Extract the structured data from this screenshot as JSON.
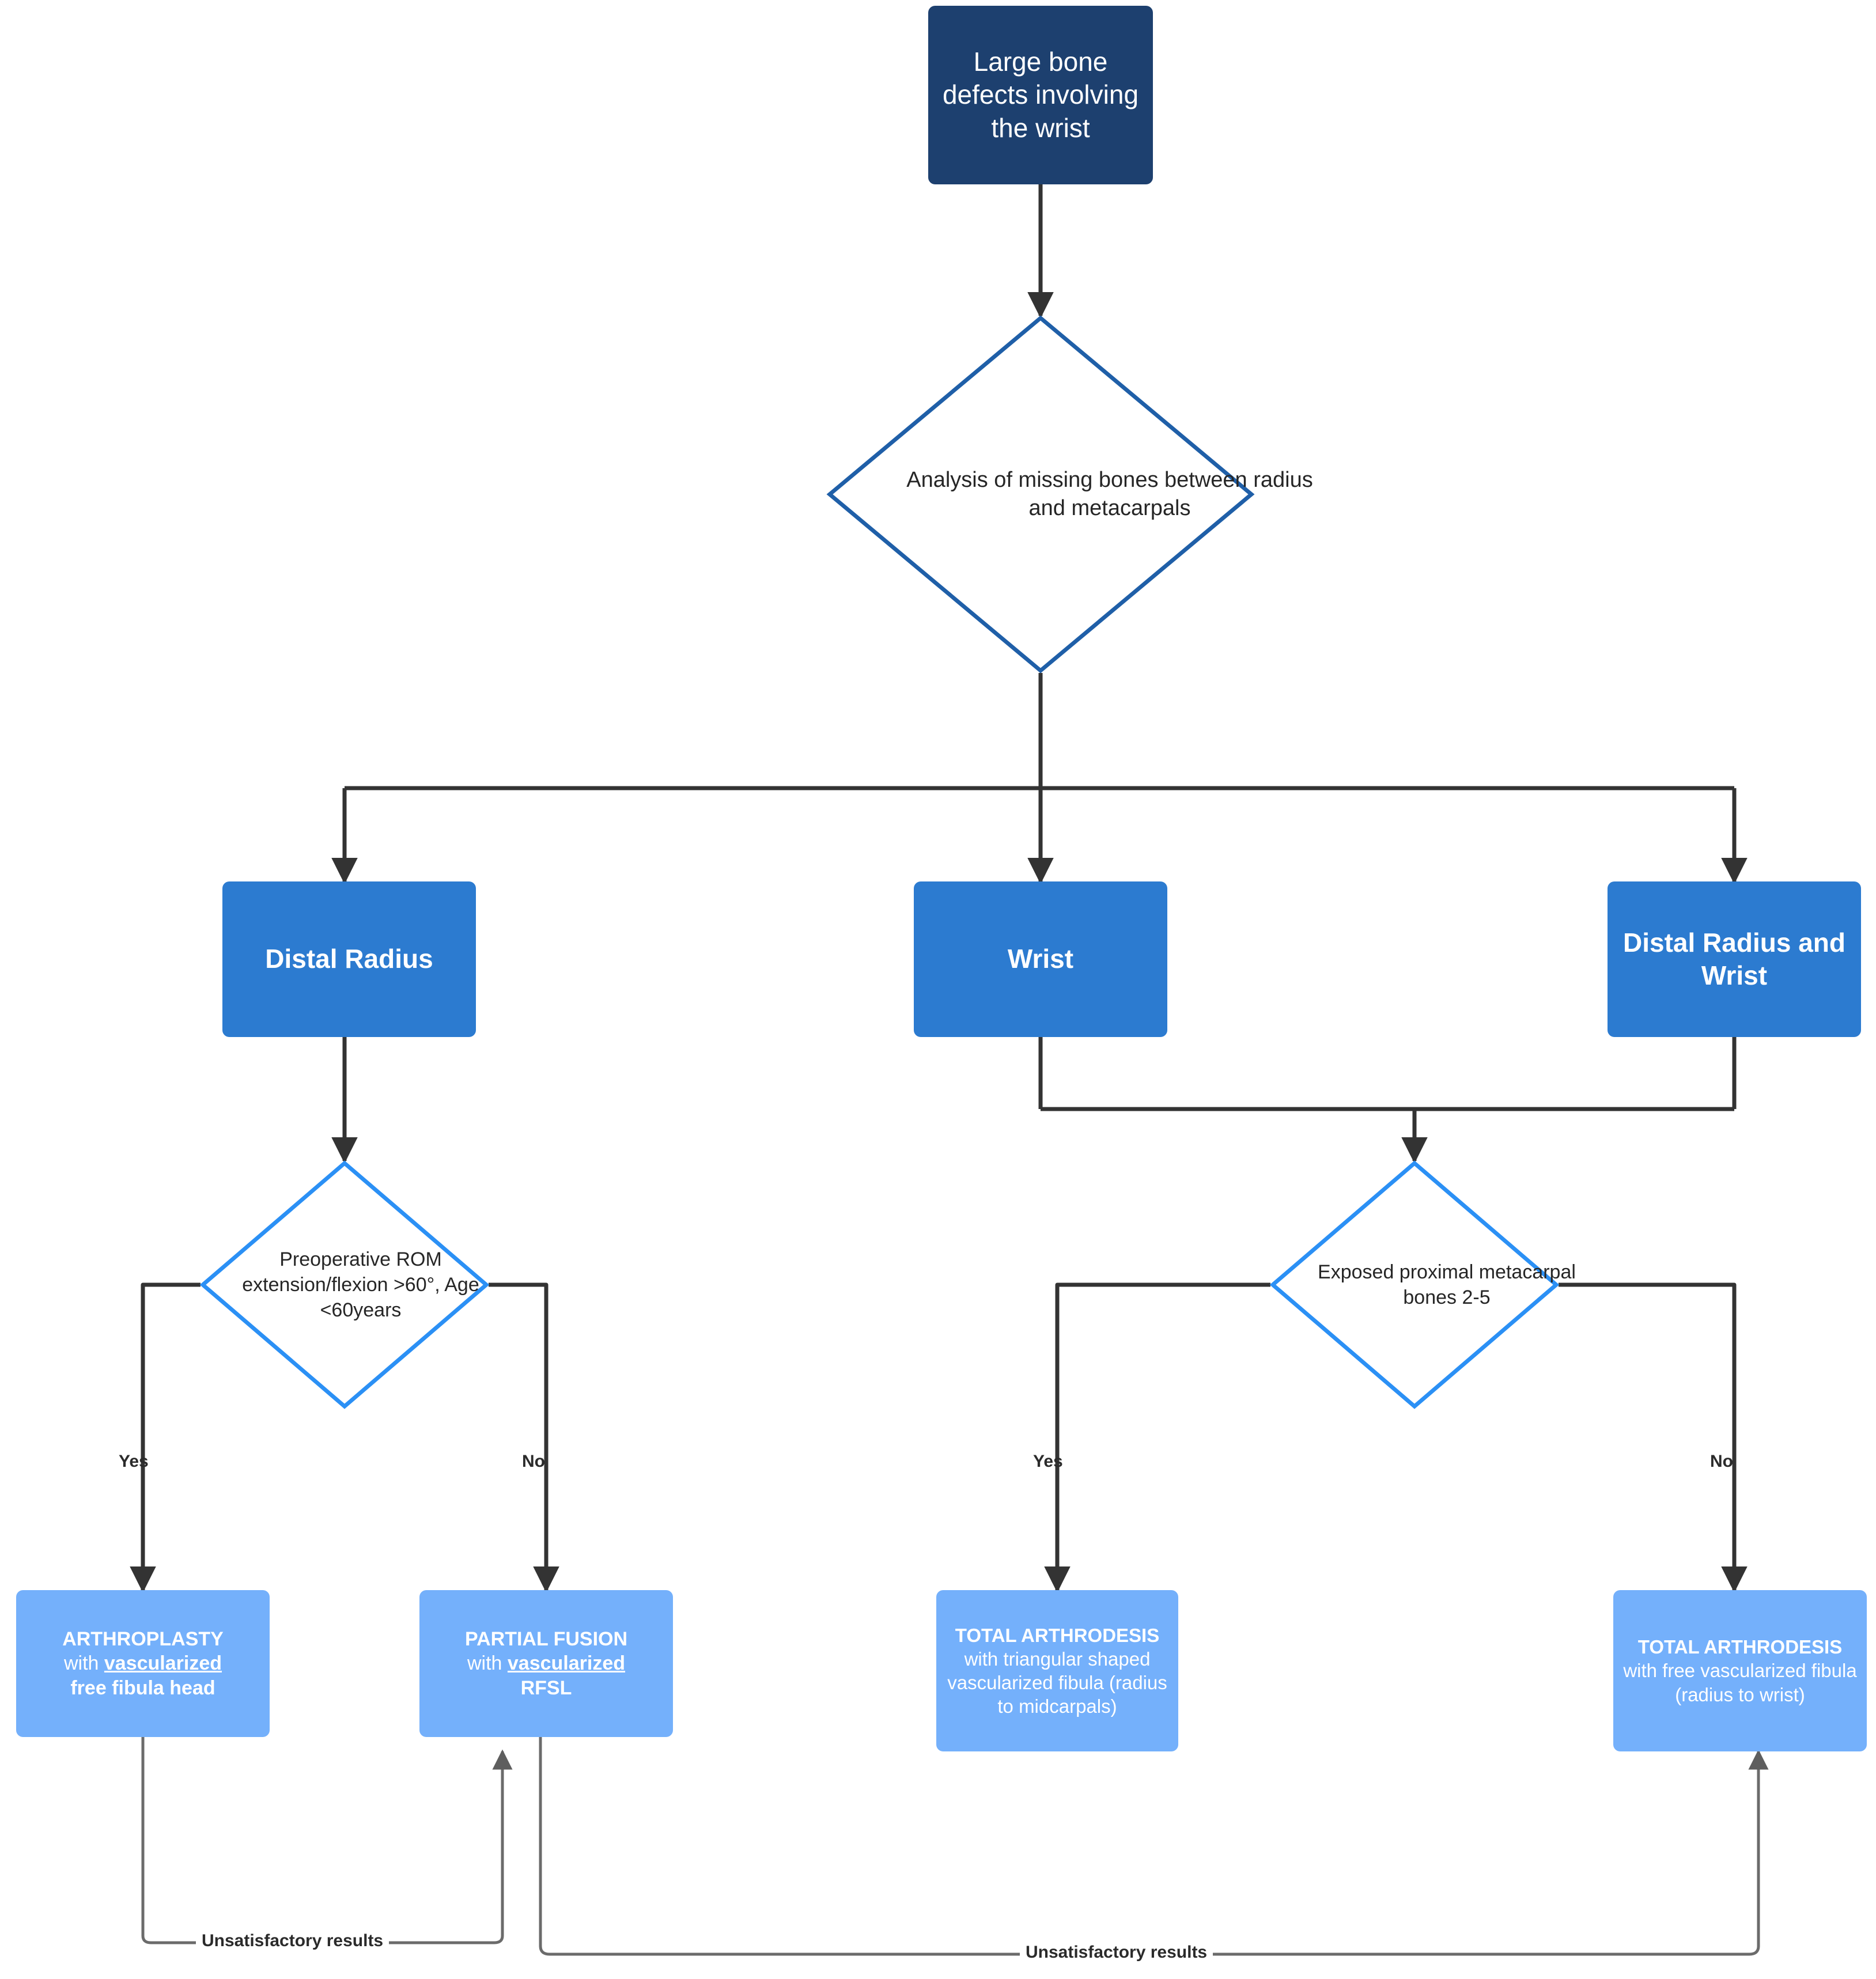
{
  "diagram": {
    "title": "Algorithm for large bone defects involving the wrist",
    "type": "flowchart",
    "colors": {
      "start_fill": "#1d406f",
      "mid_fill": "#2c7bd0",
      "leaf_fill": "#74b0fb",
      "decision_stroke_primary": "#1f5fa8",
      "decision_stroke_secondary": "#2b90f5",
      "edge_stroke": "#333333",
      "loop_stroke": "#6b6b6b",
      "text_dark": "#262626",
      "text_light": "#ffffff"
    }
  },
  "nodes": {
    "start": {
      "label": "Large bone defects involving the wrist",
      "shape": "rounded-rect"
    },
    "decision_analysis": {
      "label": "Analysis of missing bones between radius and metacarpals",
      "shape": "diamond"
    },
    "branch_distal_radius": {
      "label": "Distal Radius",
      "shape": "rounded-rect"
    },
    "branch_wrist": {
      "label": "Wrist",
      "shape": "rounded-rect"
    },
    "branch_distal_radius_and_wrist": {
      "label": "Distal Radius and Wrist",
      "shape": "rounded-rect"
    },
    "decision_rom": {
      "label": "Preoperative ROM extension/flexion >60°, Age <60years",
      "shape": "diamond"
    },
    "decision_metacarpal": {
      "label": "Exposed proximal metacarpal bones 2-5",
      "shape": "diamond"
    },
    "outcome_arthroplasty": {
      "title": "ARTHROPLASTY",
      "line2_pre": "with ",
      "line2_em": "vascularized",
      "line3": "free fibula head"
    },
    "outcome_partial_fusion": {
      "title": "PARTIAL FUSION",
      "line2_pre": "with ",
      "line2_em": "vascularized",
      "line3": "RFSL"
    },
    "outcome_total_arthrodesis_midcarpals": {
      "title": "TOTAL ARTHRODESIS",
      "rest": " with triangular shaped vascularized fibula (radius to midcarpals)"
    },
    "outcome_total_arthrodesis_wrist": {
      "title": "TOTAL ARTHRODESIS",
      "rest": " with free vascularized fibula (radius to wrist)"
    }
  },
  "edge_labels": {
    "rom_yes": "Yes",
    "rom_no": "No",
    "metacarpal_yes": "Yes",
    "metacarpal_no": "No",
    "loop_left": "Unsatisfactory results",
    "loop_right": "Unsatisfactory results"
  }
}
